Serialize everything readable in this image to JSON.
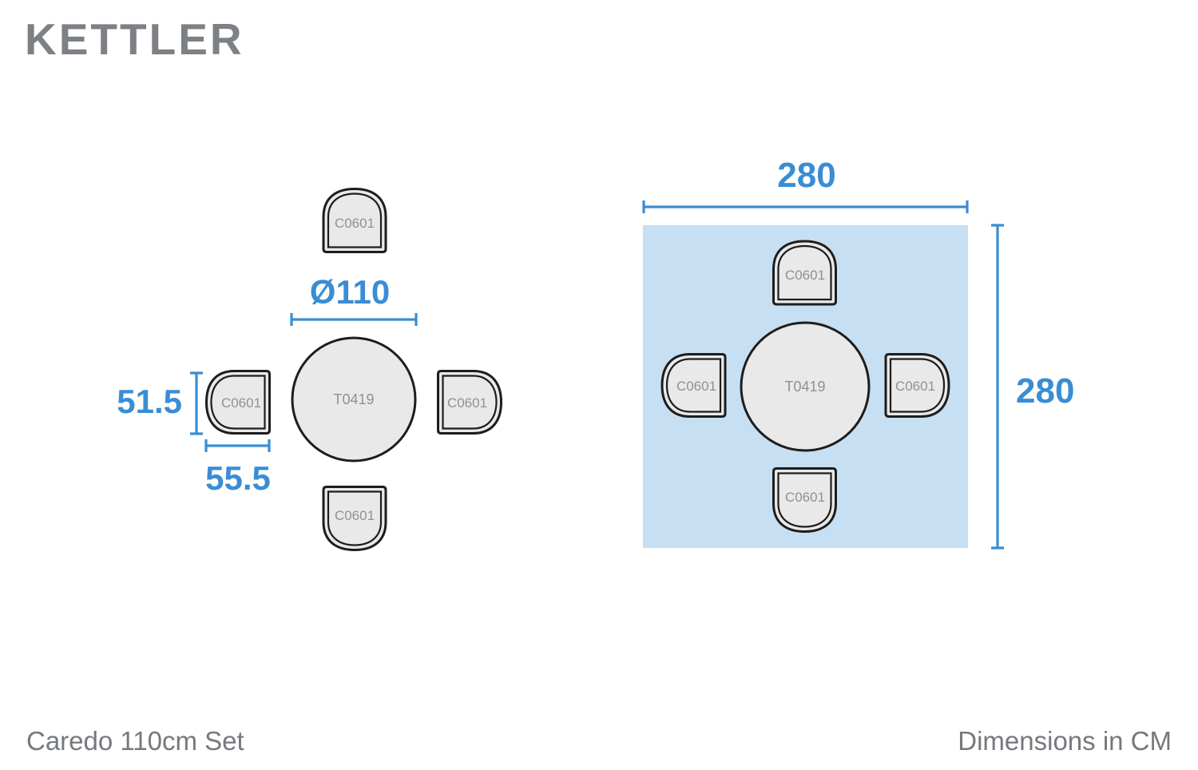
{
  "brand": {
    "logo_text": "KETTLER"
  },
  "footer": {
    "product_name": "Caredo 110cm Set",
    "units_note": "Dimensions in CM"
  },
  "colors": {
    "accent_blue": "#3a8dd4",
    "footprint_fill": "#c7dff2",
    "furniture_fill": "#e9e9e9",
    "furniture_outline": "#1d1d1d",
    "part_label_gray": "#8d9196",
    "caption_gray": "#75797d",
    "logo_gray": "#7d8185"
  },
  "set_diagram": {
    "table_code": "T0419",
    "chair_code": "C0601",
    "table_diameter_label": "Ø110",
    "chair_depth_label": "51.5",
    "chair_width_label": "55.5"
  },
  "footprint_diagram": {
    "table_code": "T0419",
    "chair_code": "C0601",
    "width_label": "280",
    "height_label": "280"
  }
}
